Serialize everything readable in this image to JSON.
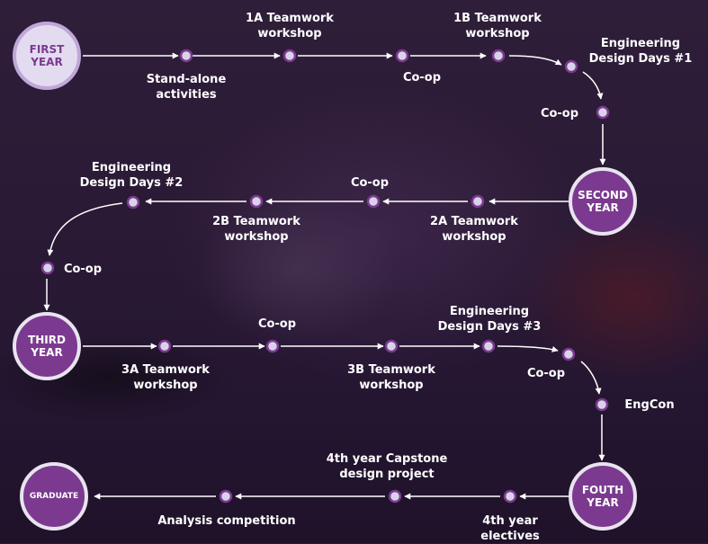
{
  "hubs": {
    "first_year": "FIRST\nYEAR",
    "second_year": "SECOND\nYEAR",
    "third_year": "THIRD\nYEAR",
    "fourth_year": "FOUTH\nYEAR",
    "graduate": "GRADUATE"
  },
  "steps": {
    "stand_alone": "Stand-alone\nactivities",
    "tw_1a": "1A Teamwork\nworkshop",
    "coop_1": "Co-op",
    "tw_1b": "1B Teamwork\nworkshop",
    "edd_1": "Engineering\nDesign Days #1",
    "coop_2": "Co-op",
    "tw_2a": "2A Teamwork\nworkshop",
    "coop_3": "Co-op",
    "tw_2b": "2B Teamwork\nworkshop",
    "edd_2": "Engineering\nDesign Days #2",
    "coop_4": "Co-op",
    "tw_3a": "3A Teamwork\nworkshop",
    "coop_5": "Co-op",
    "tw_3b": "3B Teamwork\nworkshop",
    "edd_3": "Engineering\nDesign Days #3",
    "coop_6": "Co-op",
    "engcon": "EngCon",
    "electives_4": "4th year\nelectives",
    "capstone": "4th year Capstone\ndesign project",
    "analysis": "Analysis competition"
  },
  "colors": {
    "node_fill": "#d9d3ea",
    "node_ring": "#7b3a8f",
    "hub_fill": "#7b3a8f",
    "hub_border": "#e8e4ee",
    "first_year_fill": "#e3dcf0",
    "connector": "#ffffff"
  }
}
